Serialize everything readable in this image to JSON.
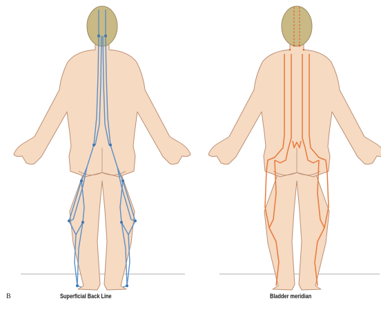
{
  "panel_letter": "B",
  "figures": [
    {
      "caption": "Superficial Back Line",
      "line_color": "#5b8ec4"
    },
    {
      "caption": "Bladder meridian",
      "line_color": "#e8783a"
    }
  ],
  "colors": {
    "skin": "#f6dac2",
    "skin_outline": "#bb8e72",
    "hair": "#c8b985",
    "ground": "#bfbfbf"
  }
}
